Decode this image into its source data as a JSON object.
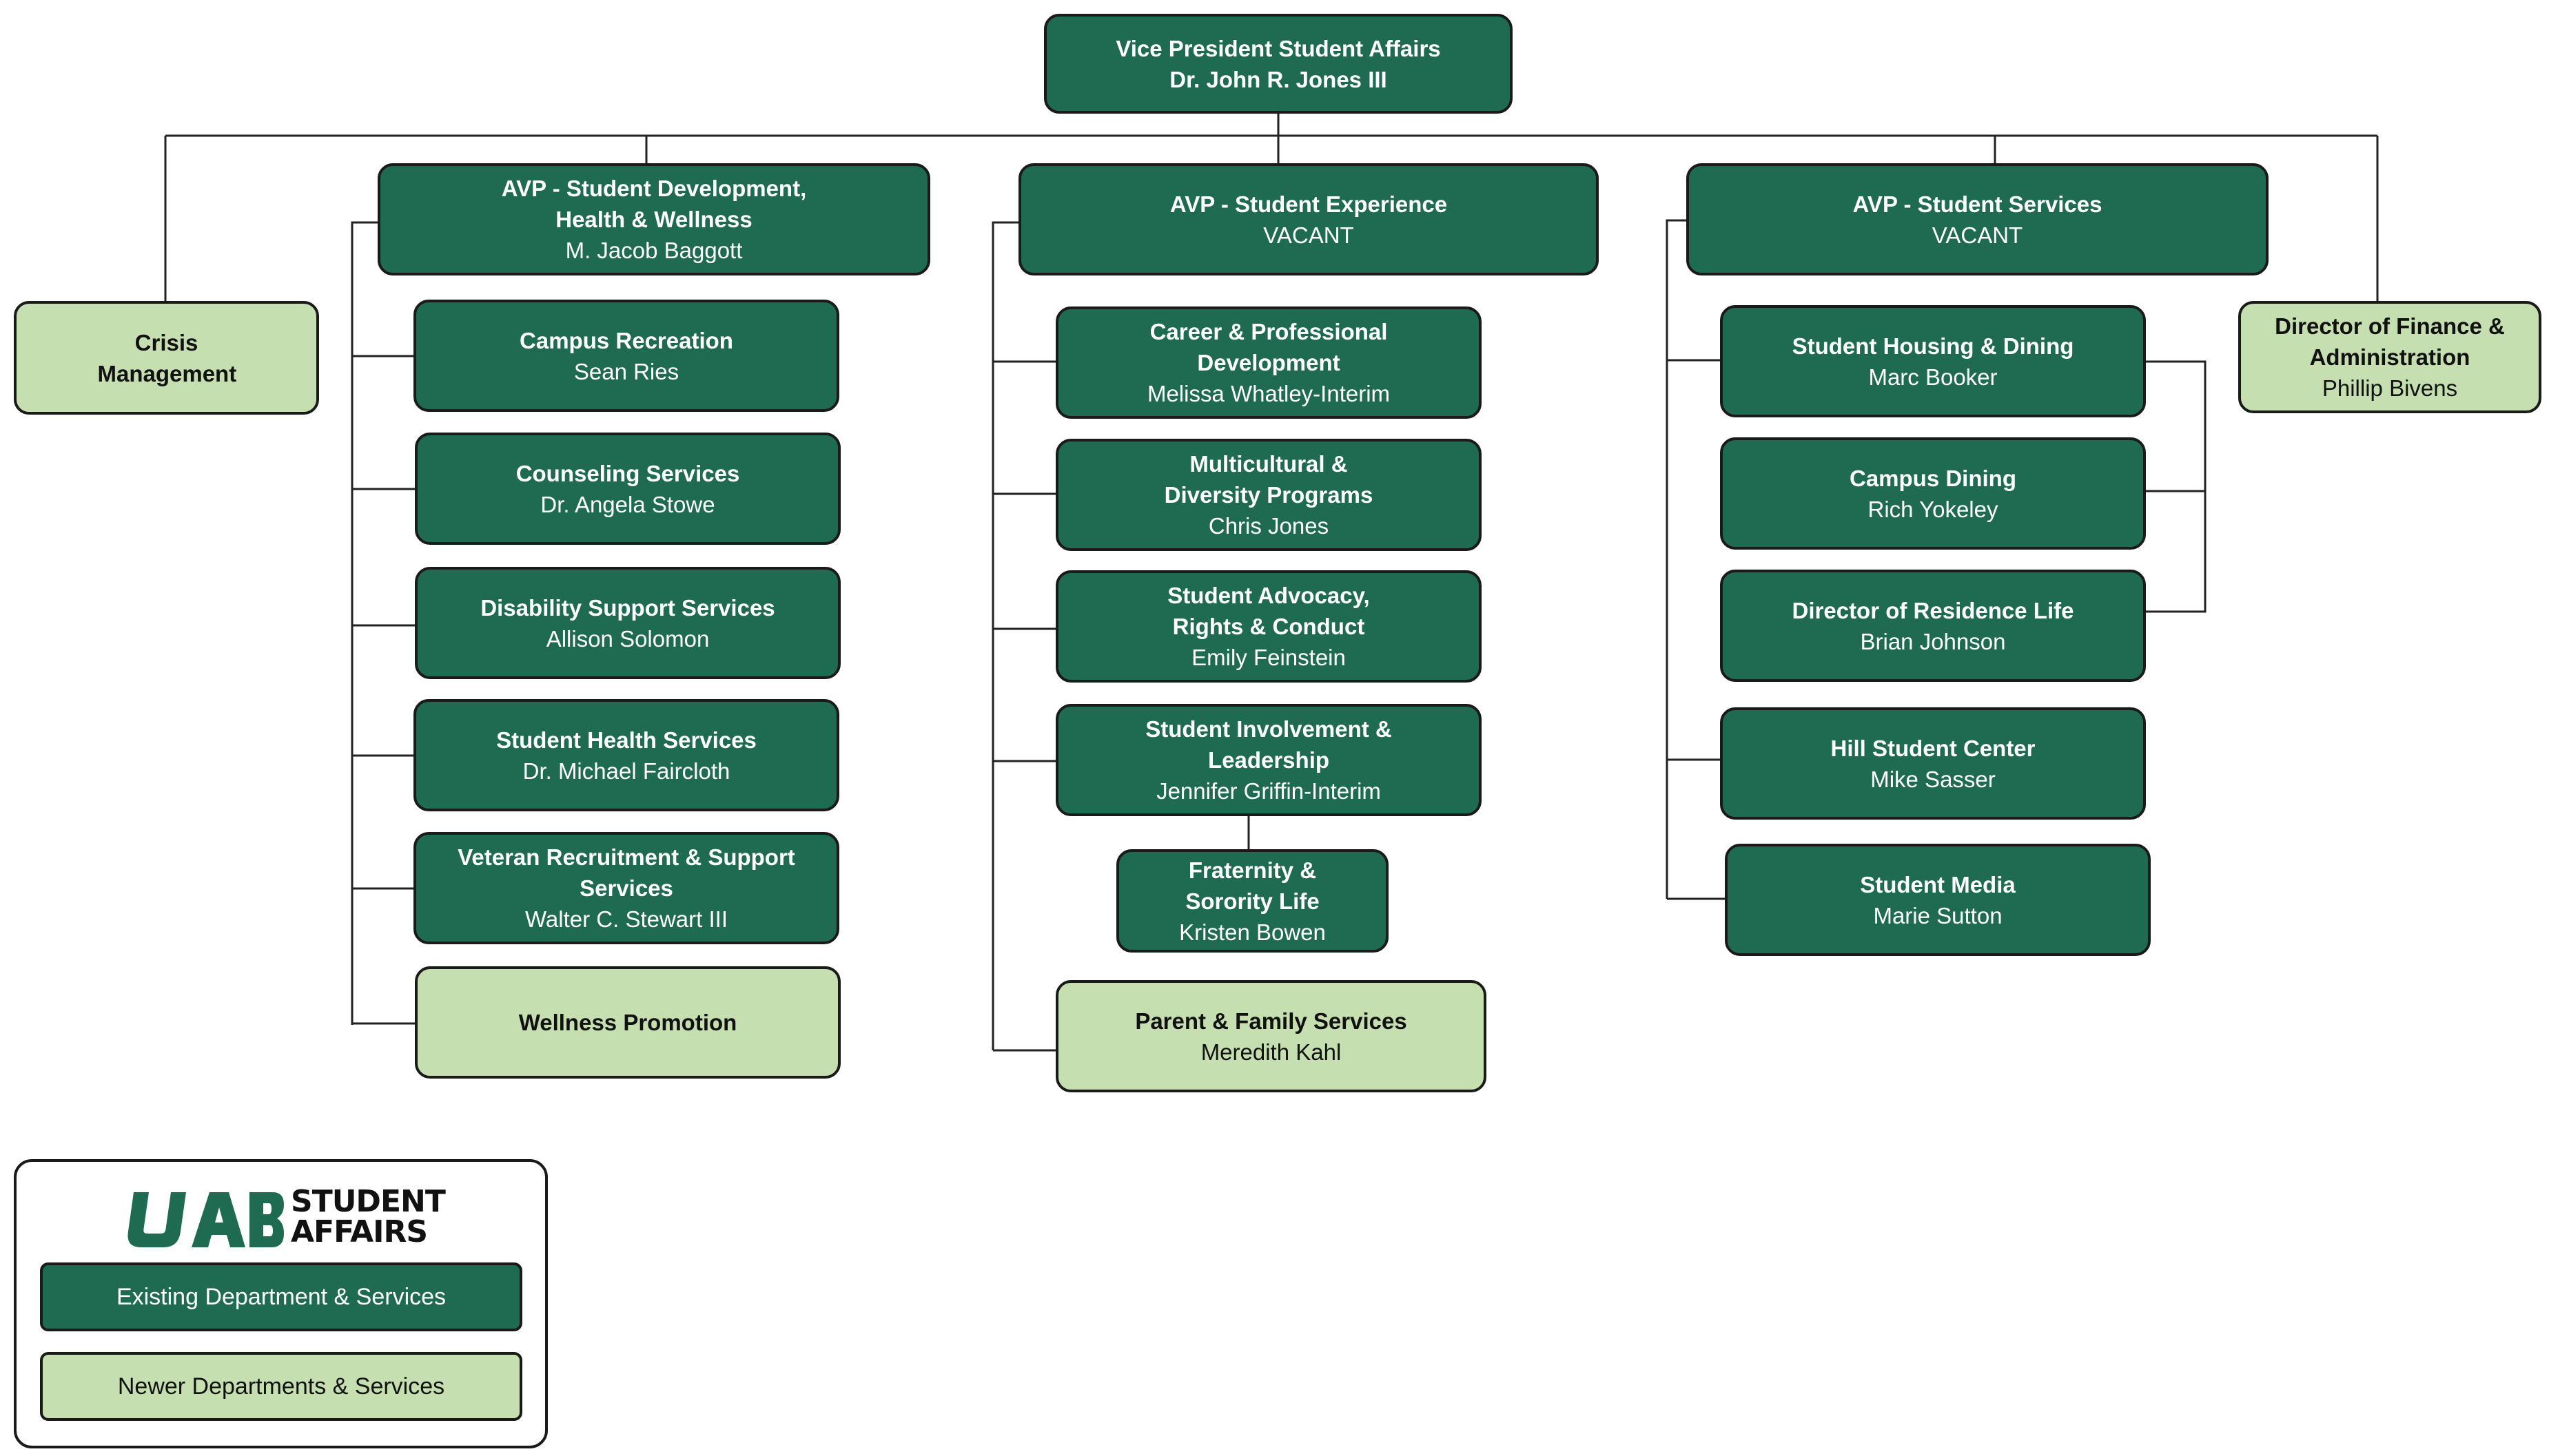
{
  "colors": {
    "existing": "#1f6b52",
    "newer": "#c5dfb0",
    "border": "#1a1a1a",
    "line": "#222222"
  },
  "vp": {
    "title": "Vice President Student Affairs",
    "name": "Dr. John R. Jones III"
  },
  "crisis": {
    "title": "Crisis Management"
  },
  "finance": {
    "title_line1": "Director of Finance &",
    "title_line2": "Administration",
    "name": "Phillip Bivens"
  },
  "avp_development": {
    "title_line1": "AVP  - Student Development,",
    "title_line2": "Health & Wellness",
    "name": "M. Jacob Baggott",
    "units": [
      {
        "title": "Campus Recreation",
        "name": "Sean Ries"
      },
      {
        "title": "Counseling Services",
        "name": "Dr. Angela Stowe"
      },
      {
        "title": "Disability Support Services",
        "name": "Allison Solomon"
      },
      {
        "title": "Student Health Services",
        "name": "Dr. Michael Faircloth"
      },
      {
        "title_line1": "Veteran Recruitment & Support",
        "title_line2": "Services",
        "name": "Walter C. Stewart III"
      },
      {
        "title": "Wellness Promotion"
      }
    ]
  },
  "avp_experience": {
    "title": "AVP  - Student Experience",
    "name": "VACANT",
    "units": [
      {
        "title_line1": "Career  & Professional",
        "title_line2": "Development",
        "name": "Melissa Whatley-Interim"
      },
      {
        "title_line1": "Multicultural &",
        "title_line2": "Diversity Programs",
        "name": "Chris Jones"
      },
      {
        "title_line1": "Student Advocacy,",
        "title_line2": "Rights & Conduct",
        "name": "Emily Feinstein"
      },
      {
        "title_line1": "Student Involvement &",
        "title_line2": "Leadership",
        "name": "Jennifer Griffin-Interim"
      },
      {
        "title_line1": "Fraternity &",
        "title_line2": "Sorority Life",
        "name": "Kristen Bowen"
      },
      {
        "title": "Parent & Family Services",
        "name": "Meredith Kahl"
      }
    ]
  },
  "avp_services": {
    "title": "AVP - Student Services",
    "name": "VACANT",
    "units": [
      {
        "title": "Student Housing & Dining",
        "name": "Marc Booker"
      },
      {
        "title": "Campus Dining",
        "name": "Rich Yokeley"
      },
      {
        "title": "Director of Residence Life",
        "name": "Brian Johnson"
      },
      {
        "title": "Hill Student Center",
        "name": "Mike Sasser"
      },
      {
        "title": "Student Media",
        "name": "Marie Sutton"
      }
    ]
  },
  "legend": {
    "logo_word1": "STUDENT",
    "logo_word2": "AFFAIRS",
    "logo_mark": "UAB",
    "existing_label": "Existing Department & Services",
    "newer_label": "Newer Departments & Services"
  }
}
